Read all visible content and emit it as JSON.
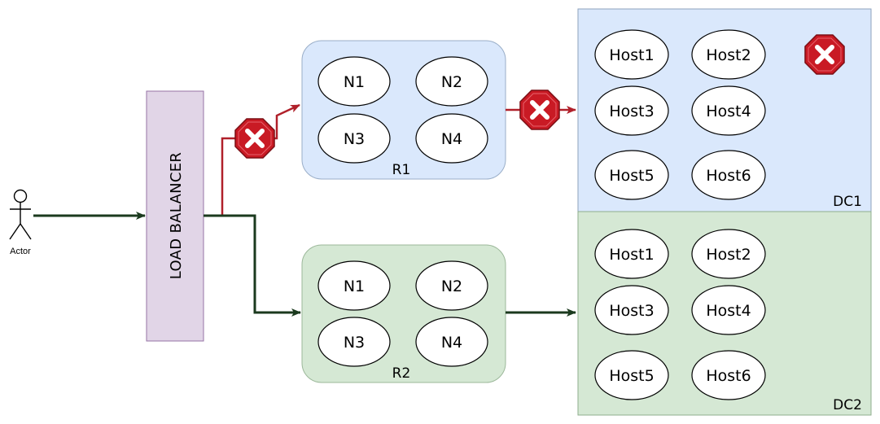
{
  "actor": {
    "label": "Actor"
  },
  "load_balancer": {
    "label": "LOAD BALANCER"
  },
  "regions": [
    {
      "label": "R1",
      "nodes": [
        "N1",
        "N2",
        "N3",
        "N4"
      ]
    },
    {
      "label": "R2",
      "nodes": [
        "N1",
        "N2",
        "N3",
        "N4"
      ]
    }
  ],
  "datacenters": [
    {
      "label": "DC1",
      "hosts": [
        "Host1",
        "Host2",
        "Host3",
        "Host4",
        "Host5",
        "Host6"
      ]
    },
    {
      "label": "DC2",
      "hosts": [
        "Host1",
        "Host2",
        "Host3",
        "Host4",
        "Host5",
        "Host6"
      ]
    }
  ],
  "colors": {
    "healthy_path": "#1b3a1e",
    "failed_path": "#b0202a",
    "region1_fill": "#dae8fc",
    "region2_fill": "#d5e8d4",
    "load_balancer_fill": "#e1d5e7",
    "error_badge": "#c91a24"
  }
}
